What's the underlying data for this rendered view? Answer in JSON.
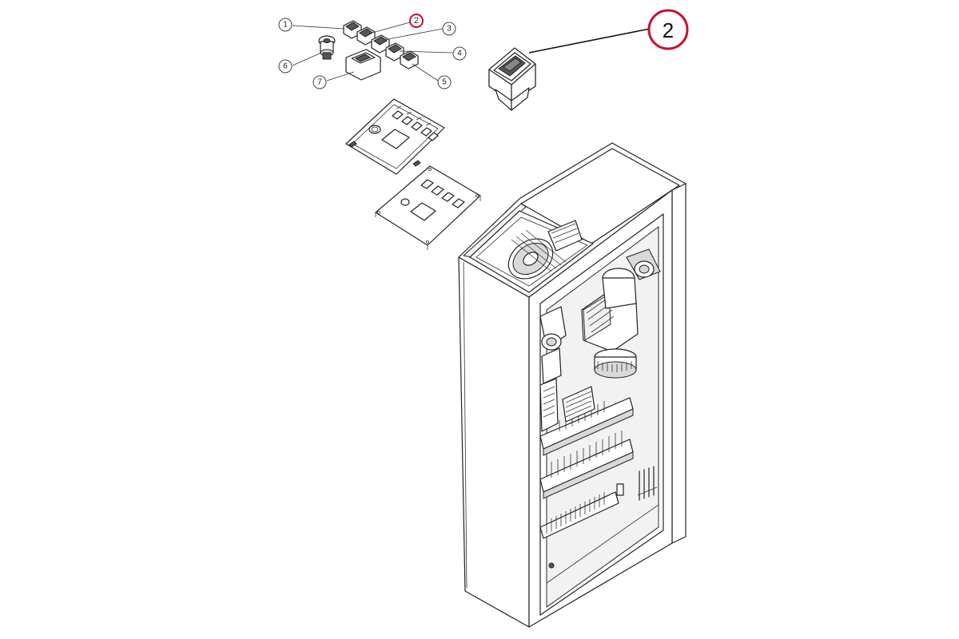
{
  "callouts": [
    {
      "label": "1"
    },
    {
      "label": "2",
      "highlighted": true
    },
    {
      "label": "3"
    },
    {
      "label": "4"
    },
    {
      "label": "5"
    },
    {
      "label": "6"
    },
    {
      "label": "7"
    }
  ],
  "detail": {
    "label": "2",
    "highlight_color": "#c8102e"
  }
}
